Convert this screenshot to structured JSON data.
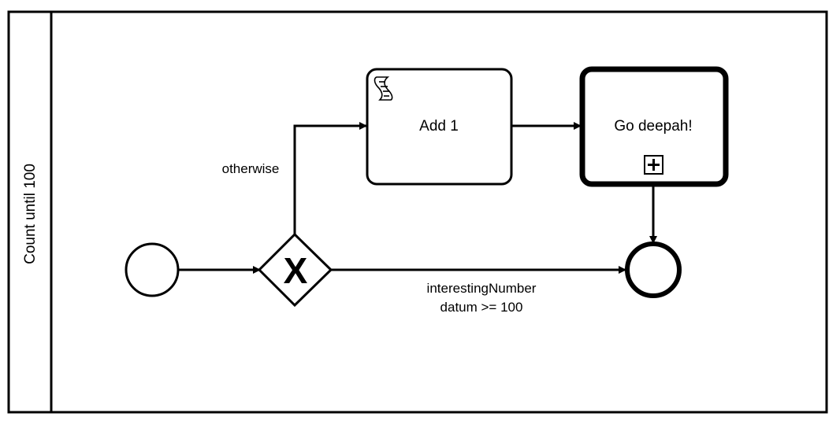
{
  "pool": {
    "label": "Count until 100"
  },
  "nodes": {
    "start_event": {
      "type": "start-event"
    },
    "gateway": {
      "type": "exclusive-gateway",
      "marker": "X"
    },
    "script_task": {
      "type": "script-task",
      "label": "Add 1",
      "icon": "script-icon"
    },
    "call_activity": {
      "type": "call-activity",
      "label": "Go deepah!",
      "icon": "collapsed-subprocess-plus-icon"
    },
    "end_event": {
      "type": "end-event"
    }
  },
  "flows": {
    "otherwise": {
      "label": "otherwise"
    },
    "condition": {
      "label_line1": "interestingNumber",
      "label_line2": "datum >= 100"
    }
  },
  "colors": {
    "stroke": "#000000",
    "fill": "#ffffff"
  }
}
